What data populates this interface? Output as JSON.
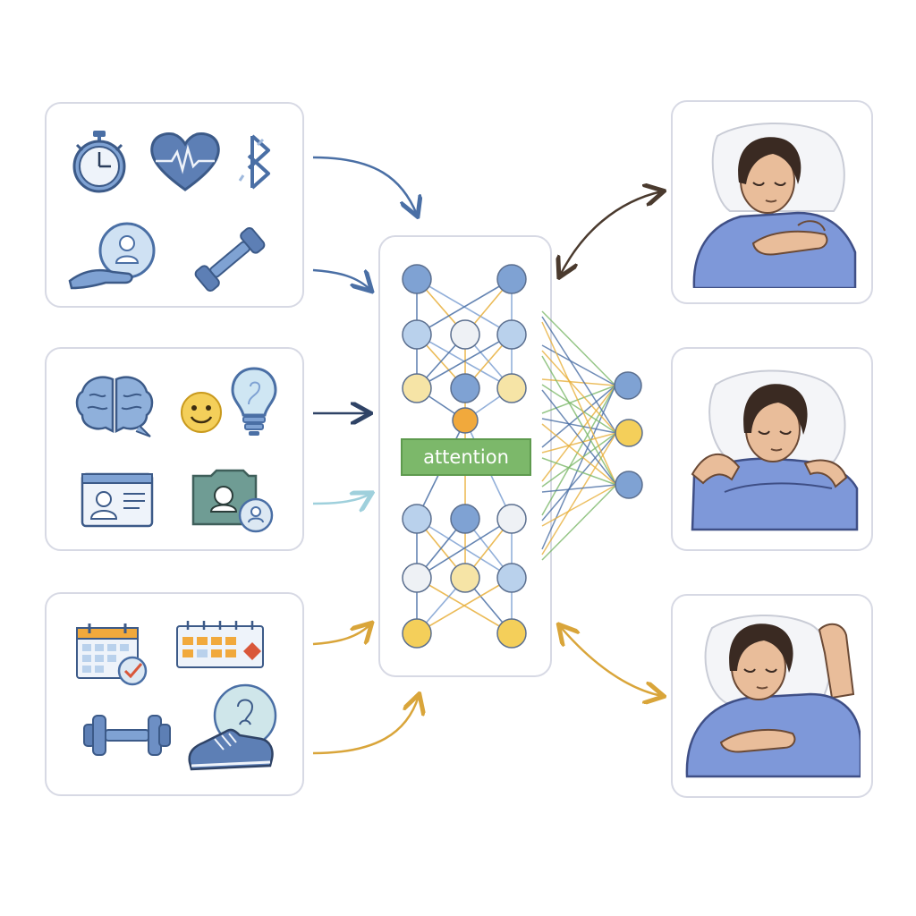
{
  "model": {
    "attention_label": "attention"
  },
  "input_groups": [
    {
      "icons": [
        "stopwatch-icon",
        "heart-rate-icon",
        "bluetooth-icon",
        "hand-holding-person-icon",
        "dumbbell-icon"
      ]
    },
    {
      "icons": [
        "brain-icon",
        "smiley-face-icon",
        "lightbulb-icon",
        "profile-card-icon",
        "profile-folder-icon"
      ]
    },
    {
      "icons": [
        "calendar-check-icon",
        "weekly-schedule-icon",
        "dumbbell-icon",
        "sneaker-icon"
      ]
    }
  ],
  "outputs": [
    {
      "image": "sleeping-person-illustration"
    },
    {
      "image": "sleeping-person-hugging-blanket-illustration"
    },
    {
      "image": "sleeping-person-arm-raised-illustration"
    }
  ],
  "colors": {
    "blue_node": "#7fa2d3",
    "light_blue_node": "#b9d1ec",
    "yellow_node": "#f4cf5a",
    "orange_node": "#f1a93c",
    "arrow_blue": "#4a6fa5",
    "arrow_light_blue": "#9fd0dc",
    "arrow_gold": "#d9a53a",
    "attention_green": "#7cb86a",
    "blanket_blue": "#7e98d9"
  }
}
